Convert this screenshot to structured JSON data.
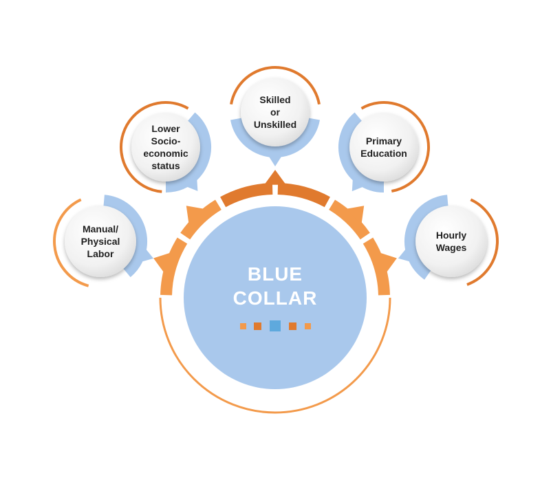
{
  "center": {
    "line1": "BLUE",
    "line2": "COLLAR"
  },
  "nodes": [
    {
      "id": "manual",
      "lines": [
        "Manual/",
        "Physical",
        "Labor"
      ]
    },
    {
      "id": "lower",
      "lines": [
        "Lower",
        "Socio-",
        "economic",
        "status"
      ]
    },
    {
      "id": "skilled",
      "lines": [
        "Skilled",
        "or",
        "Unskilled"
      ]
    },
    {
      "id": "primary",
      "lines": [
        "Primary",
        "Education"
      ]
    },
    {
      "id": "hourly",
      "lines": [
        "Hourly",
        "Wages"
      ]
    }
  ],
  "colors": {
    "orange": "#f39a4b",
    "dark_orange": "#e07a2e",
    "light_blue": "#a9c8ec",
    "accent_blue": "#5ea9dd",
    "bubble_fill": "#f4f4f4",
    "text": "#1f1f1f",
    "center_text": "#ffffff"
  }
}
